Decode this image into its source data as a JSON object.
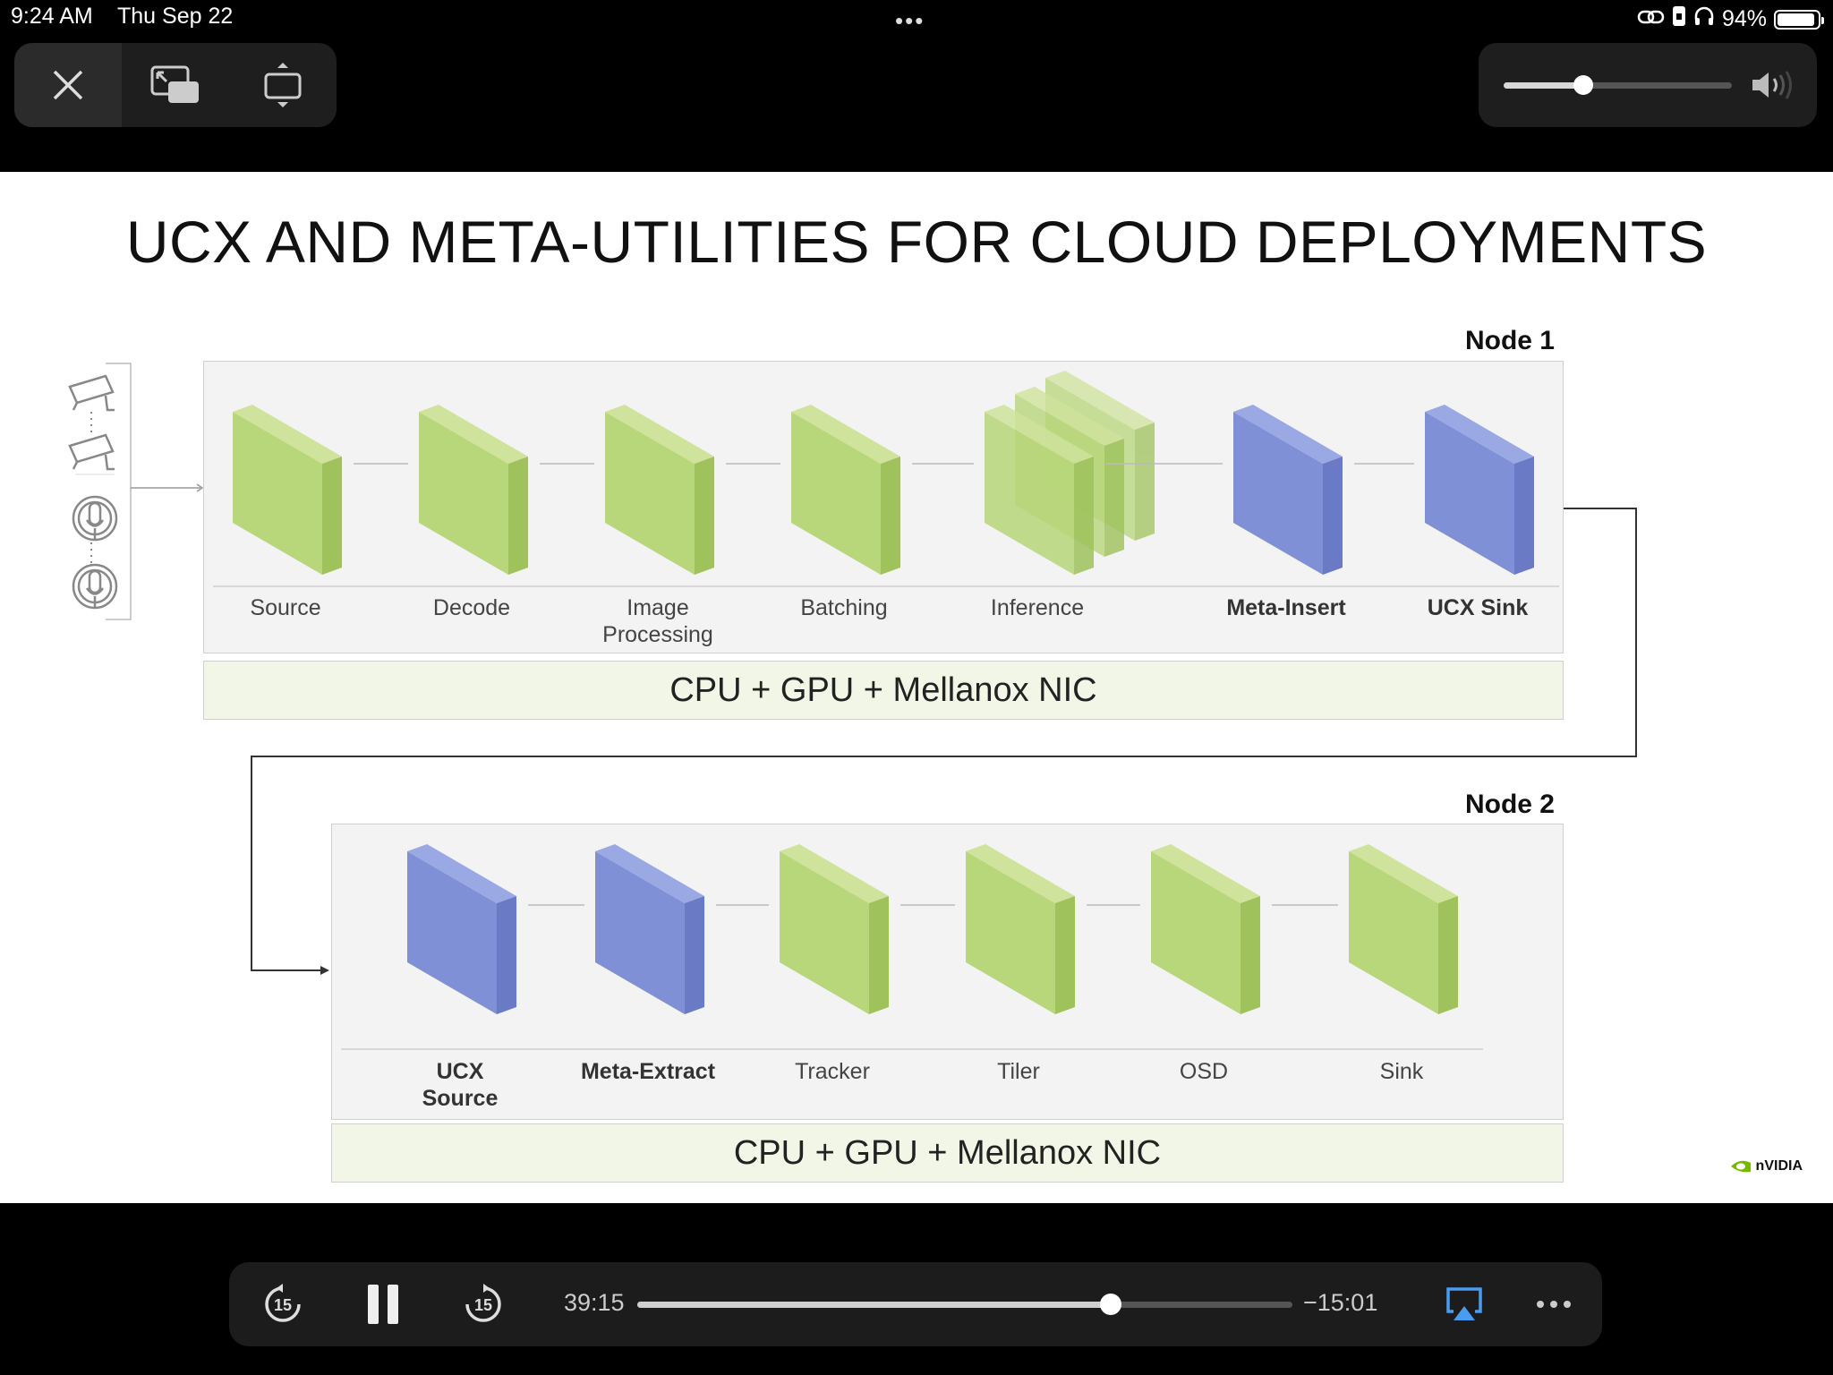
{
  "status_bar": {
    "time": "9:24 AM",
    "date": "Thu Sep 22",
    "battery": "94%",
    "battery_level": 0.94
  },
  "volume": {
    "level": 0.35
  },
  "slide": {
    "title": "UCX AND META-UTILITIES FOR CLOUD DEPLOYMENTS",
    "node1": {
      "label": "Node 1",
      "hardware": "CPU + GPU + Mellanox NIC",
      "stages": [
        {
          "name": "Source",
          "color": "green"
        },
        {
          "name": "Decode",
          "color": "green"
        },
        {
          "name": "Image Processing",
          "color": "green"
        },
        {
          "name": "Batching",
          "color": "green"
        },
        {
          "name": "Inference",
          "color": "green-stack"
        },
        {
          "name": "Meta-Insert",
          "color": "blue"
        },
        {
          "name": "UCX Sink",
          "color": "blue"
        }
      ]
    },
    "node2": {
      "label": "Node 2",
      "hardware": "CPU + GPU + Mellanox NIC",
      "stages": [
        {
          "name": "UCX Source",
          "color": "blue"
        },
        {
          "name": "Meta-Extract",
          "color": "blue"
        },
        {
          "name": "Tracker",
          "color": "green"
        },
        {
          "name": "Tiler",
          "color": "green"
        },
        {
          "name": "OSD",
          "color": "green"
        },
        {
          "name": "Sink",
          "color": "green"
        }
      ]
    },
    "logo_text": "nVIDIA",
    "colors": {
      "green_front": "#b8d67a",
      "green_top": "#cfe39c",
      "green_side": "#9fc25c",
      "blue_front": "#8090d6",
      "blue_top": "#9aa8e4",
      "blue_side": "#6a7ac4"
    }
  },
  "player": {
    "elapsed": "39:15",
    "remaining": "−15:01",
    "progress": 0.722,
    "skip_back": "15",
    "skip_forward": "15"
  }
}
